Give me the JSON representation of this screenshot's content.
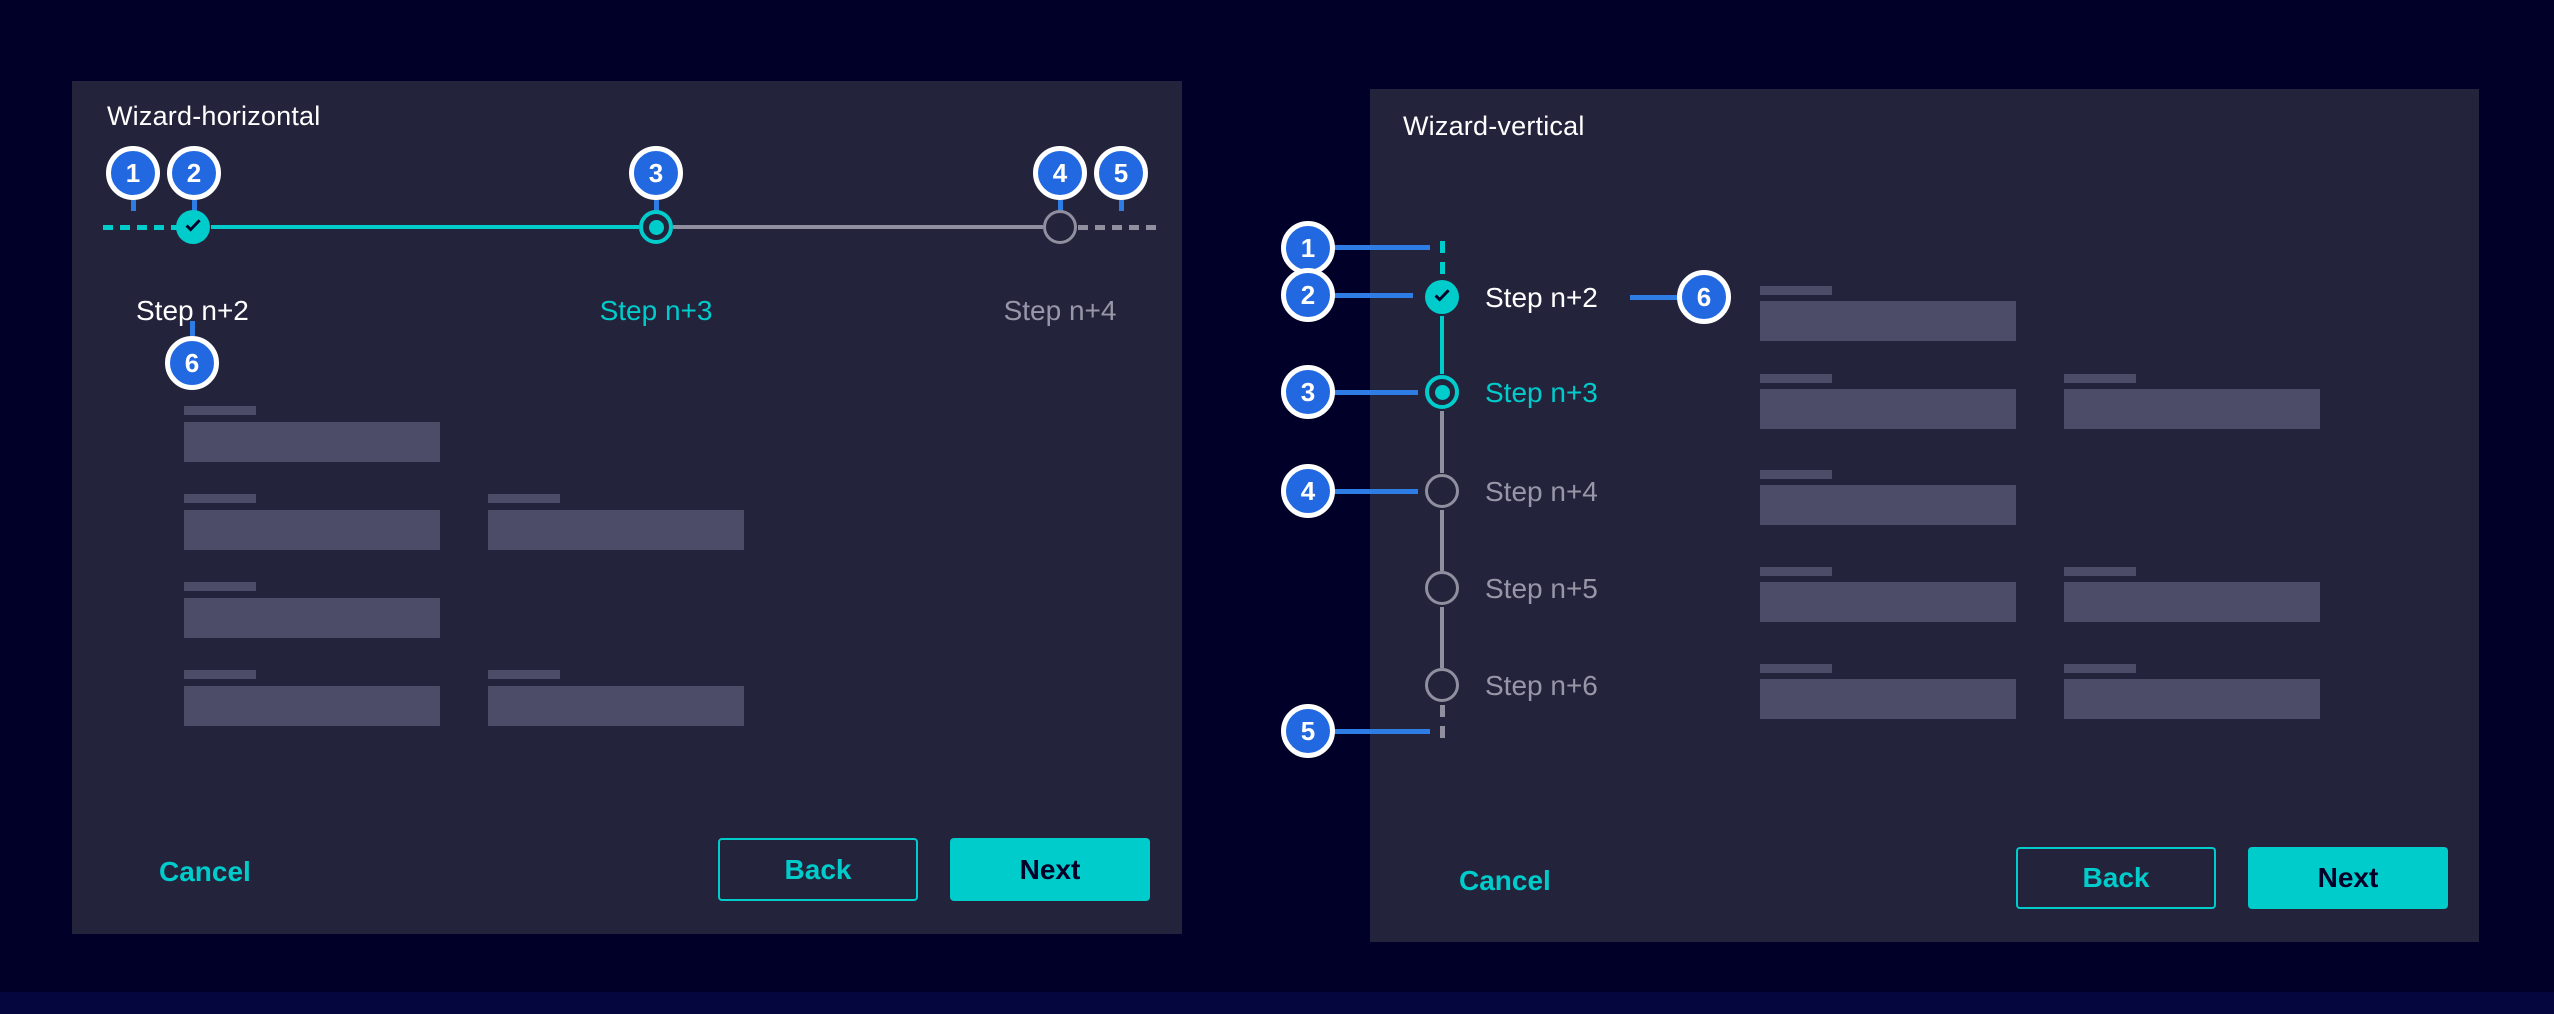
{
  "colors": {
    "background": "#000028",
    "panel": "#23233c",
    "accent_teal": "#00cccc",
    "annotation_badge_blue": "#2268e0",
    "annotation_line_blue": "#2e7de5",
    "inactive_gray": "#8f8fa0",
    "muted_text_gray": "#9797a8",
    "placeholder_fill": "#4c4c68",
    "button_text_dark": "#000028"
  },
  "horizontal": {
    "title": "Wizard-horizontal",
    "badges": [
      "1",
      "2",
      "3",
      "4",
      "5",
      "6"
    ],
    "steps": [
      {
        "label": "Step n+2",
        "state": "done"
      },
      {
        "label": "Step n+3",
        "state": "current"
      },
      {
        "label": "Step n+4",
        "state": "open"
      }
    ],
    "footer": {
      "cancel": "Cancel",
      "back": "Back",
      "next": "Next"
    }
  },
  "vertical": {
    "title": "Wizard-vertical",
    "badges": [
      "1",
      "2",
      "3",
      "4",
      "5",
      "6"
    ],
    "steps": [
      {
        "label": "Step n+2",
        "state": "done"
      },
      {
        "label": "Step n+3",
        "state": "current"
      },
      {
        "label": "Step n+4",
        "state": "open"
      },
      {
        "label": "Step n+5",
        "state": "open"
      },
      {
        "label": "Step n+6",
        "state": "open"
      }
    ],
    "footer": {
      "cancel": "Cancel",
      "back": "Back",
      "next": "Next"
    }
  }
}
